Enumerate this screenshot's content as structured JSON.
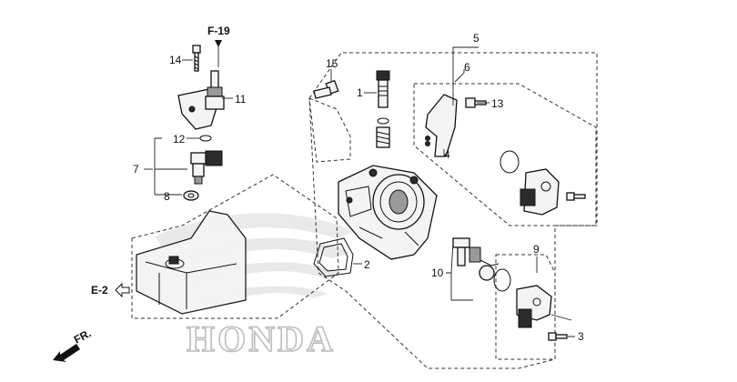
{
  "references": {
    "top": "F-19",
    "left": "E-2",
    "front": "FR."
  },
  "brand": {
    "name": "HONDA",
    "color": "#cfcfcf"
  },
  "callouts": {
    "c1": "1",
    "c2": "2",
    "c3": "3",
    "c4": "4",
    "c5": "5",
    "c6": "6",
    "c7": "7",
    "c8": "8",
    "c9": "9",
    "c10": "10",
    "c11": "11",
    "c12": "12",
    "c13": "13",
    "c14": "14",
    "c15": "15"
  },
  "colors": {
    "line": "#111111",
    "background": "#ffffff"
  }
}
